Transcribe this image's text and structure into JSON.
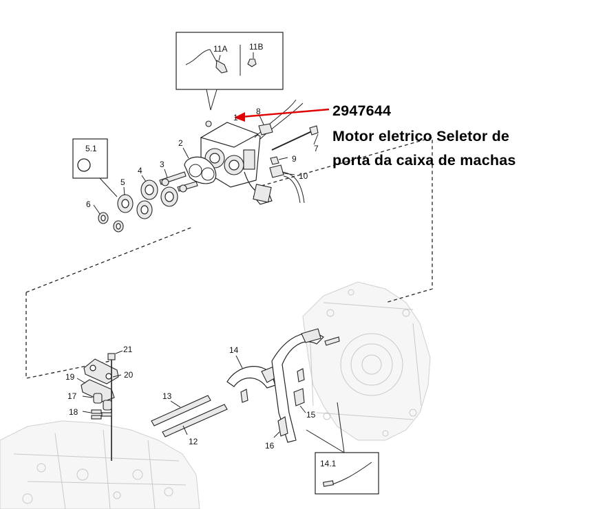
{
  "annotation": {
    "part_number": "2947644",
    "description_line1": "Motor eletrico Seletor de",
    "description_line2": "porta da caixa  de machas",
    "arrow_color": "#e00000"
  },
  "callouts": {
    "c1": "1",
    "c2": "2",
    "c3": "3",
    "c4": "4",
    "c5": "5",
    "c5_1": "5.1",
    "c6": "6",
    "c7": "7",
    "c8": "8",
    "c9": "9",
    "c10": "10",
    "c11a": "11A",
    "c11b": "11B",
    "c12": "12",
    "c13": "13",
    "c14": "14",
    "c14_1": "14.1",
    "c15": "15",
    "c16": "16",
    "c17": "17",
    "c18": "18",
    "c19": "19",
    "c20": "20",
    "c21": "21"
  }
}
